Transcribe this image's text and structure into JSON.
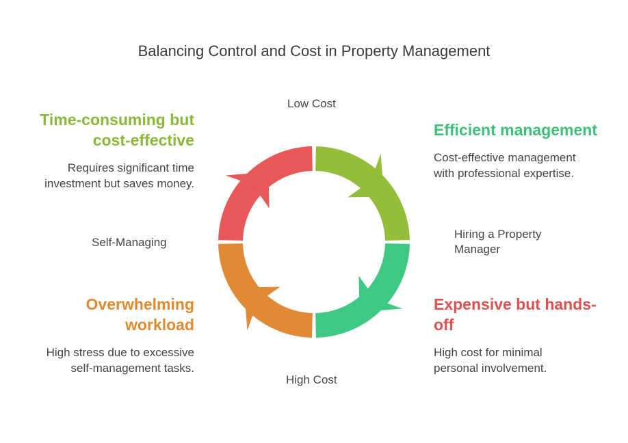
{
  "title": "Balancing Control and Cost in Property Management",
  "axes": {
    "top": "Low Cost",
    "bottom": "High Cost",
    "left": "Self-Managing",
    "right_line1": "Hiring a Property",
    "right_line2": "Manager"
  },
  "quadrants": {
    "top_left": {
      "heading_line1": "Time-consuming but",
      "heading_line2": "cost-effective",
      "desc_line1": "Requires significant time",
      "desc_line2": "investment but saves money.",
      "color": "#8bb83a"
    },
    "top_right": {
      "heading": "Efficient management",
      "desc_line1": "Cost-effective management",
      "desc_line2": "with professional expertise.",
      "color": "#3cc07a"
    },
    "bottom_left": {
      "heading_line1": "Overwhelming",
      "heading_line2": "workload",
      "desc_line1": "High stress due to excessive",
      "desc_line2": "self-management tasks.",
      "color": "#e08a30"
    },
    "bottom_right": {
      "heading_line1": "Expensive but hands-",
      "heading_line2": "off",
      "desc_line1": "High cost for minimal",
      "desc_line2": "personal involvement.",
      "color": "#e05050"
    }
  },
  "ring_colors": {
    "top_left": "#e85858",
    "top_right": "#94bd3a",
    "bottom_right": "#3fc883",
    "bottom_left": "#e08a35"
  }
}
